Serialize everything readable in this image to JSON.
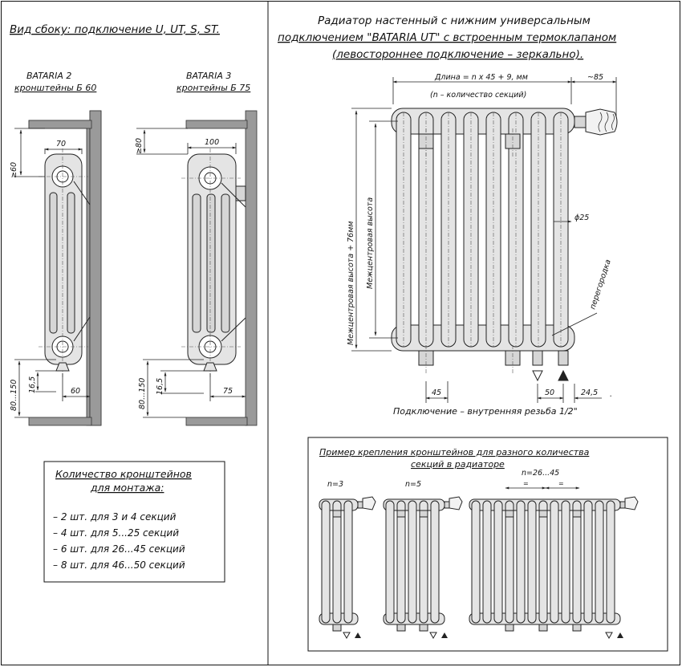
{
  "left": {
    "title": "Вид сбоку: подключение U, UT, S, ST.",
    "bataria2": {
      "name": "BATARIA 2",
      "bracket": "кронштейны Б 60",
      "width": "70",
      "top_min": "≥60",
      "bottom_range": "80...150",
      "offset": "16,5",
      "depth": "60"
    },
    "bataria3": {
      "name": "BATARIA 3",
      "bracket": "кронтейны Б 75",
      "width": "100",
      "top_min": "≥80",
      "bottom_range": "80...150",
      "offset": "16,5",
      "depth": "75"
    },
    "qty": {
      "title1": "Количество кронштейнов",
      "title2": "для монтажа:",
      "items": [
        "– 2 шт. для 3 и 4 секций",
        "– 4 шт. для 5...25 секций",
        "– 6 шт. для 26...45 секций",
        "– 8 шт. для 46...50 секций"
      ]
    }
  },
  "right": {
    "title1": "Радиатор настенный с нижним универсальным",
    "title2": "подключением \"BATARIA UT\" с встроенным термоклапаном",
    "title3": "(левостороннее подключение – зеркально).",
    "length_label": "Длина = n х 45 + 9, мм",
    "sections_note": "(n – количество секций)",
    "valve_dim": "~85",
    "center_height_plus": "Межцентровая высота + 76мм",
    "center_height": "Межцентровая высота",
    "diameter": "ϕ25",
    "partition": "перегородка",
    "pitch": "45",
    "conn_dist": "50",
    "conn_offset": "24,5",
    "dot": ".",
    "connection": "Подключение – внутренняя резьба 1/2\""
  },
  "example": {
    "title1": "Пример крепления кронштейнов для разного количества",
    "title2": "секций в радиаторе",
    "n3": "n=3",
    "n5": "n=5",
    "n26": "n=26...45",
    "eq": "="
  }
}
